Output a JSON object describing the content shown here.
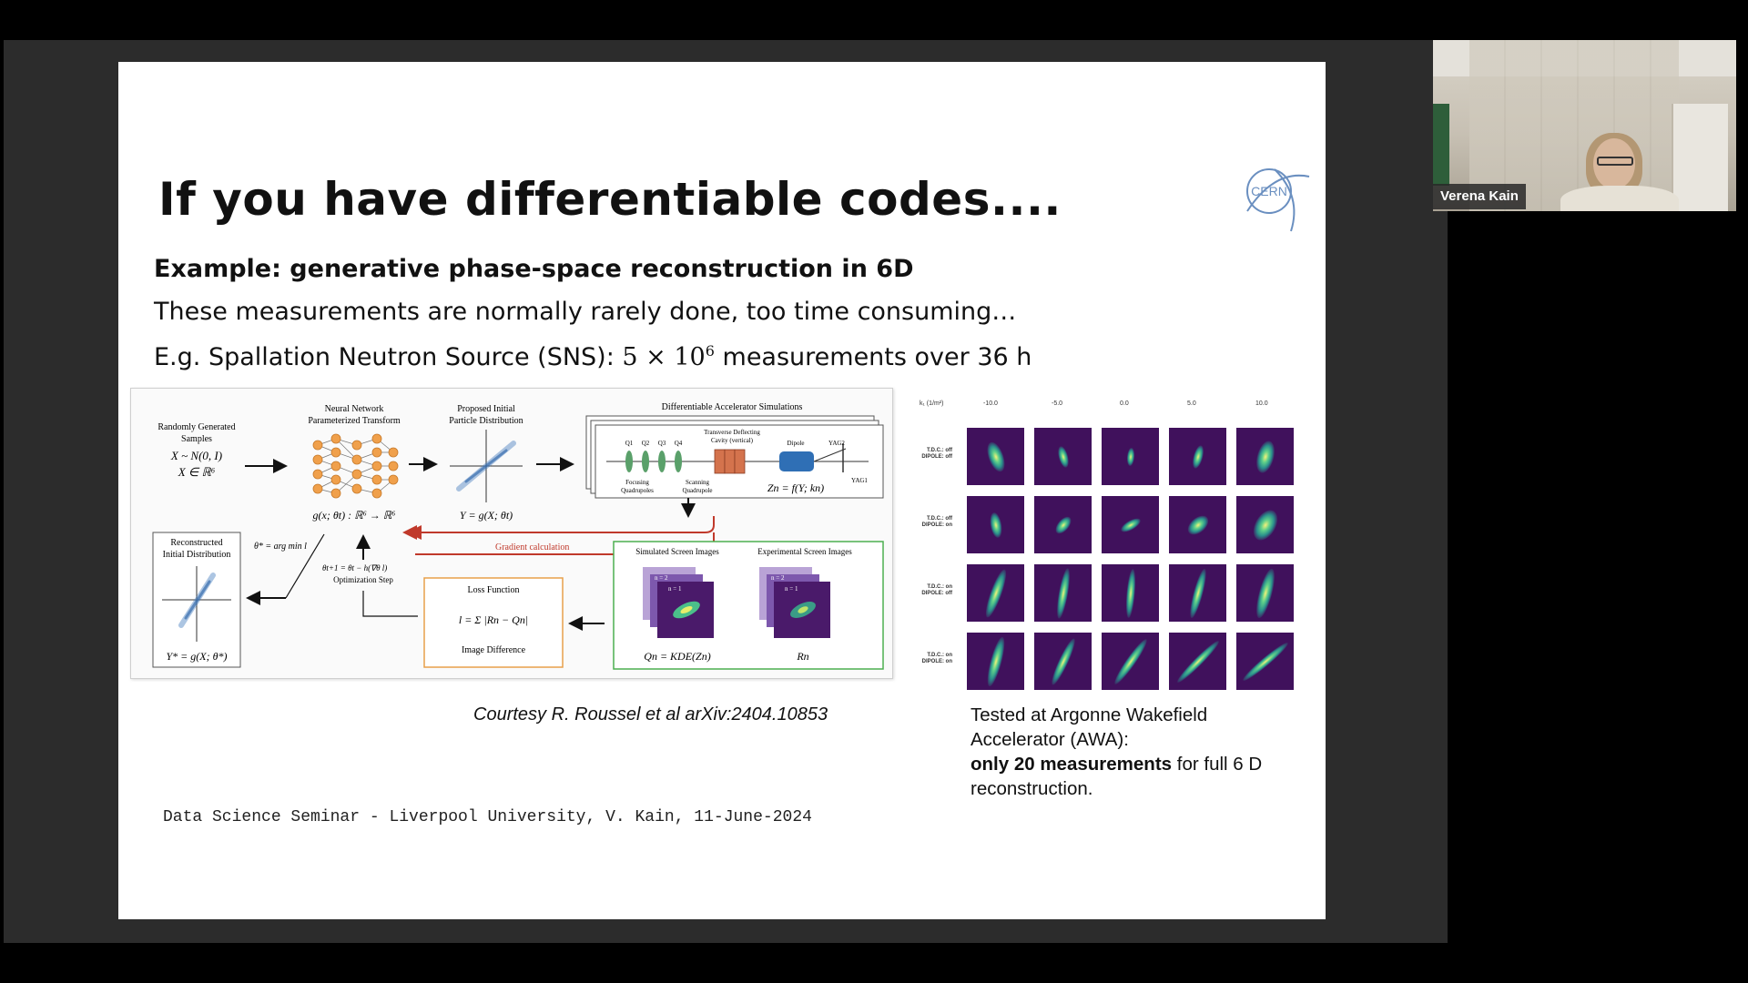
{
  "slide": {
    "title": "If you have differentiable codes....",
    "subtitle": "Example: generative phase-space reconstruction in 6D",
    "line1": "These measurements are normally rarely done, too time consuming…",
    "line2_prefix": "E.g. Spallation Neutron Source (SNS):",
    "line2_math": "5 × 10",
    "line2_exp": "6",
    "line2_suffix": "measurements over 36 h",
    "courtesy": "Courtesy R. Roussel et al  arXiv:2404.10853",
    "awa_line1": "Tested at Argonne Wakefield",
    "awa_line2": "Accelerator (AWA):",
    "awa_bold": "only 20 measurements",
    "awa_line3_rest": "for full 6 D",
    "awa_line4": "reconstruction.",
    "footer": "Data Science Seminar - Liverpool University, V. Kain, 11-June-2024",
    "logo_text": "CERN"
  },
  "diagram": {
    "random_samples": [
      "Randomly Generated",
      "Samples"
    ],
    "random_eq1": "X ~ N(0, I)",
    "random_eq2": "X ∈ ℝ⁶",
    "nn_label": [
      "Neural Network",
      "Parameterized Transform"
    ],
    "nn_eq": "g(x; θt) : ℝ⁶ → ℝ⁶",
    "initial_label": [
      "Proposed Initial",
      "Particle Distribution"
    ],
    "initial_eq": "Y = g(X; θt)",
    "sim_title": "Differentiable Accelerator Simulations",
    "quads": [
      "Q1",
      "Q2",
      "Q3",
      "Q4"
    ],
    "tdc_label": [
      "Transverse Deflecting",
      "Cavity (vertical)"
    ],
    "dipole": "Dipole",
    "yag2": "YAG2",
    "yag1": "YAG1",
    "focusing": [
      "Focusing",
      "Quadrupoles"
    ],
    "scanning": [
      "Scanning",
      "Quadrupole"
    ],
    "sim_eq": "Zn = f(Y; kn)",
    "gradient": "Gradient calculation",
    "reconstructed": [
      "Reconstructed",
      "Initial Distribution"
    ],
    "theta_star": "θ* = arg min l",
    "theta_update": "θt+1 = θt − h(∇θ l)",
    "opt_step": "Optimization Step",
    "recon_eq": "Y* = g(X; θ*)",
    "loss_title": "Loss Function",
    "loss_eq": "l = Σ |Rn − Qn|",
    "image_diff": "Image Difference",
    "sim_screens": "Simulated Screen Images",
    "exp_screens": "Experimental Screen Images",
    "n2": "n = 2",
    "n1": "n = 1",
    "q_eq": "Qn = KDE(Zn)",
    "r_eq": "Rn"
  },
  "grid": {
    "x_axis": "k₁ (1/m²)",
    "columns": [
      "-10.0",
      "-5.0",
      "0.0",
      "5.0",
      "10.0"
    ],
    "rows": [
      {
        "l1": "T.D.C.: off",
        "l2": "DIPOLE: off"
      },
      {
        "l1": "T.D.C.: off",
        "l2": "DIPOLE: on"
      },
      {
        "l1": "T.D.C.: on",
        "l2": "DIPOLE: off"
      },
      {
        "l1": "T.D.C.: on",
        "l2": "DIPOLE: on"
      }
    ]
  },
  "participant": {
    "name": "Verena Kain"
  },
  "colors": {
    "share_bg": "#2c2c2c",
    "plot_bg": "#40115c",
    "gradient_arrow": "#c0392b",
    "loss_border": "#e8a04a",
    "screens_border": "#4caf50"
  }
}
